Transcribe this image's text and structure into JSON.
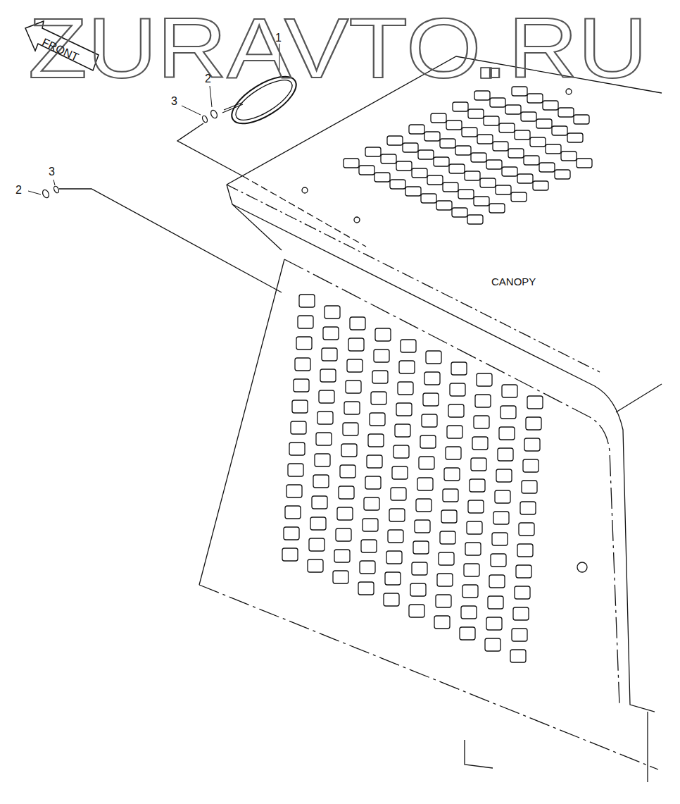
{
  "diagram": {
    "labels": [
      "ZURAVTO.RU",
      "FRONT",
      "1",
      "2",
      "3",
      "2",
      "3",
      "CANOPY"
    ]
  }
}
